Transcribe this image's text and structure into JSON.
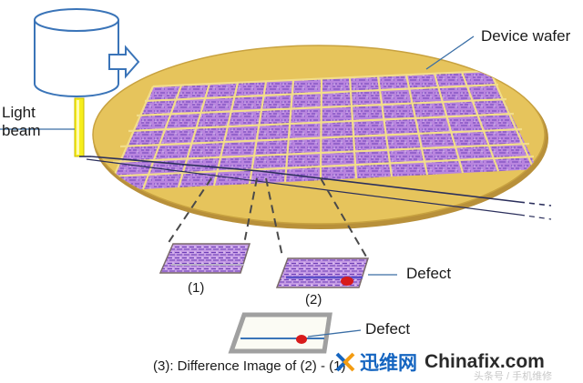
{
  "labels": {
    "device_wafer": "Device wafer",
    "light_line1": "Light",
    "light_line2": "beam",
    "defect_1": "Defect",
    "defect_2": "Defect",
    "image_1": "(1)",
    "image_2": "(2)",
    "caption": "(3): Difference Image of (2) - (1)"
  },
  "brand": {
    "name_cn": "迅维网",
    "name_en": "Chinafix.com",
    "watermark": "头条号 / 手机维修"
  },
  "colors": {
    "wafer_gold": "#e6c45c",
    "die_purple": "#b07fd8",
    "light_beam": "#f6ee1c",
    "defect_red": "#d81b1b",
    "scan_line": "#2b2f5c",
    "light_source_outline": "#3a74b8",
    "logo_blue": "#1565c0",
    "logo_orange": "#f39c12"
  },
  "icons": [
    "light-source-icon",
    "arrow-right-icon",
    "chinafix-logo-icon"
  ]
}
